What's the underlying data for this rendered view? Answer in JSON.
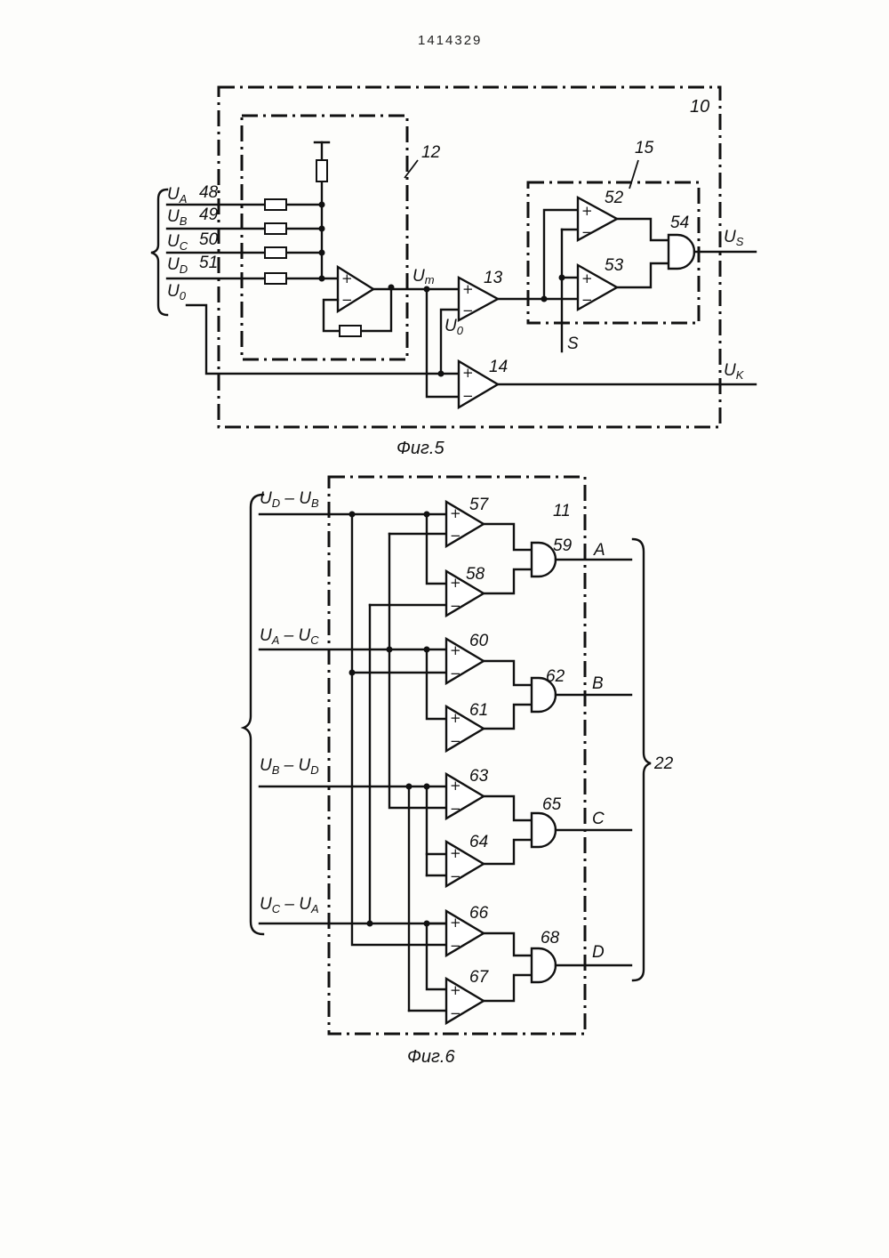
{
  "page_number": "1414329",
  "fig5": {
    "caption": "Фиг.5",
    "block_label": "10",
    "sub12_label": "12",
    "sub15_label": "15",
    "inputs": [
      {
        "name": "U",
        "sub": "A",
        "num": "48"
      },
      {
        "name": "U",
        "sub": "B",
        "num": "49"
      },
      {
        "name": "U",
        "sub": "C",
        "num": "50"
      },
      {
        "name": "U",
        "sub": "D",
        "num": "51"
      }
    ],
    "u0_in": {
      "name": "U",
      "sub": "0"
    },
    "um": {
      "name": "U",
      "sub": "m"
    },
    "u0_mid": {
      "name": "U",
      "sub": "0"
    },
    "us": {
      "name": "U",
      "sub": "S"
    },
    "uk": {
      "name": "U",
      "sub": "K"
    },
    "s_label": "S",
    "comp13": "13",
    "comp14": "14",
    "comp52": "52",
    "comp53": "53",
    "gate54": "54"
  },
  "fig6": {
    "caption": "Фиг.6",
    "block_label": "11",
    "bracket_label": "22",
    "inputs": [
      {
        "a": "U",
        "as": "D",
        "b": "U",
        "bs": "B"
      },
      {
        "a": "U",
        "as": "A",
        "b": "U",
        "bs": "C"
      },
      {
        "a": "U",
        "as": "B",
        "b": "U",
        "bs": "D"
      },
      {
        "a": "U",
        "as": "C",
        "b": "U",
        "bs": "A"
      }
    ],
    "comparators": [
      "57",
      "58",
      "60",
      "61",
      "63",
      "64",
      "66",
      "67"
    ],
    "gates": [
      "59",
      "62",
      "65",
      "68"
    ],
    "outputs": [
      "A",
      "B",
      "C",
      "D"
    ]
  },
  "signs": {
    "plus": "+",
    "minus": "−"
  }
}
